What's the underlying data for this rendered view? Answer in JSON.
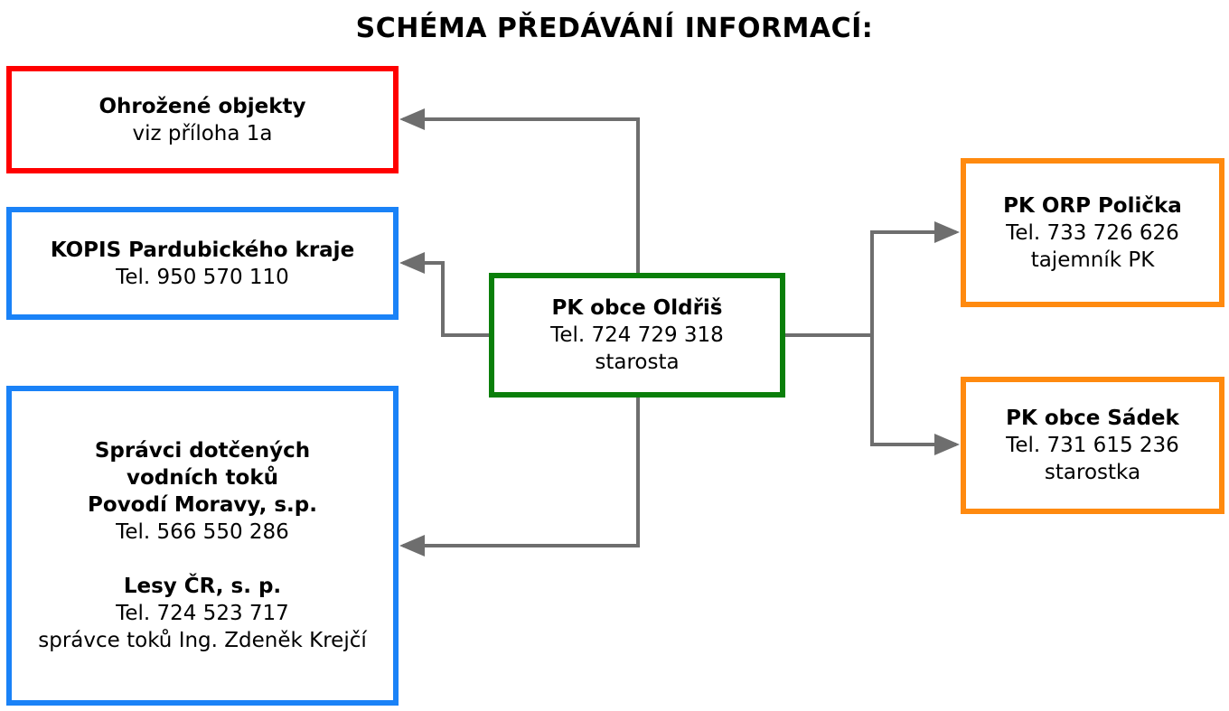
{
  "title": "SCHÉMA PŘEDÁVÁNÍ INFORMACÍ:",
  "colors": {
    "red": "#ff0000",
    "blue": "#1a82f7",
    "green": "#0a7f0a",
    "orange": "#ff8a0f",
    "connector": "#6e6e6e"
  },
  "ohrozene": {
    "heading": "Ohrožené objekty",
    "line1": "viz příloha 1a"
  },
  "kopis": {
    "heading": "KOPIS Pardubického kraje",
    "phone": "Tel. 950 570 110"
  },
  "spravci": {
    "heading1": "Správci dotčených",
    "heading2": "vodních toků",
    "heading3": "Povodí Moravy, s.p.",
    "phone1": "Tel. 566 550 286",
    "heading4": "Lesy ČR, s. p.",
    "phone2": "Tel. 724 523 717",
    "note": "správce toků Ing. Zdeněk Krejčí"
  },
  "center": {
    "heading": "PK obce Oldřiš",
    "phone": "Tel. 724 729 318",
    "role": "starosta"
  },
  "orp": {
    "heading": "PK ORP Polička",
    "phone": "Tel. 733 726 626",
    "role": "tajemník PK"
  },
  "sadek": {
    "heading": "PK obce Sádek",
    "phone": "Tel. 731 615 236",
    "role": "starostka"
  }
}
